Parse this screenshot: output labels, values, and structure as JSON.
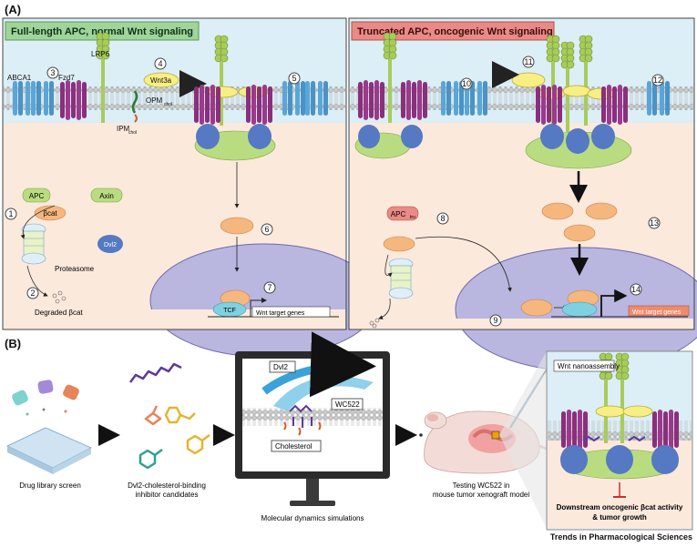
{
  "panel_a": {
    "tag": "(A)",
    "left_banner": "Full-length APC, normal Wnt signaling",
    "right_banner": "Truncated APC, oncogenic Wnt signaling",
    "labels": {
      "lrp6": "LRP6",
      "abca1": "ABCA1",
      "fzd7": "Fzd7",
      "wnt3a": "Wnt3a",
      "opm": "OPM",
      "opm_sub": "chol",
      "ipm": "IPM",
      "ipm_sub": "chol",
      "apc": "APC",
      "bcat": "βcat",
      "axin": "Axin",
      "dvl2": "Dvl2",
      "proteasome": "Proteasome",
      "degraded": "Degraded βcat",
      "tcf": "TCF",
      "wnt_target_left": "Wnt target genes",
      "wnt_target_right": "Wnt target genes",
      "apc_trunc": "APC",
      "apc_trunc_sub": "tru"
    },
    "steps": [
      "1",
      "2",
      "3",
      "4",
      "5",
      "6",
      "7",
      "8",
      "9",
      "10",
      "11",
      "12",
      "13",
      "14"
    ]
  },
  "panel_b": {
    "tag": "(B)",
    "drug_screen": "Drug library screen",
    "candidates_line1": "Dvl2-cholesterol-binding",
    "candidates_line2": "inhibitor candidates",
    "md_label": "Molecular dynamics simulations",
    "monitor_dvl2": "Dvl2",
    "monitor_wc522": "WC522",
    "monitor_cholesterol": "Cholesterol",
    "mouse_line1": "Testing WC522 in",
    "mouse_line2": "mouse tumor xenograft model",
    "inset_label": "Wnt nanoassembly",
    "outcome_line1": "Downstream oncogenic βcat activity",
    "outcome_line2": "& tumor growth"
  },
  "footer": {
    "journal": "Trends in Pharmacological Sciences"
  },
  "colors": {
    "banner_green": "#9fd59a",
    "banner_red": "#e98a86",
    "cytoplasm": "#fbe9dc",
    "extracellular": "#dceef6",
    "nucleus": "#b9b6e0",
    "fzd_purple": "#8a2f7c",
    "abca1_blue": "#5aa6d8",
    "lrp6_green": "#a8cc5a",
    "wnt_yellow": "#f7ee84",
    "dvl_blue": "#5579c3",
    "bcat_orange": "#f5b77d",
    "axin_green": "#b9dc80",
    "pink_arrow": "#f25c96"
  }
}
